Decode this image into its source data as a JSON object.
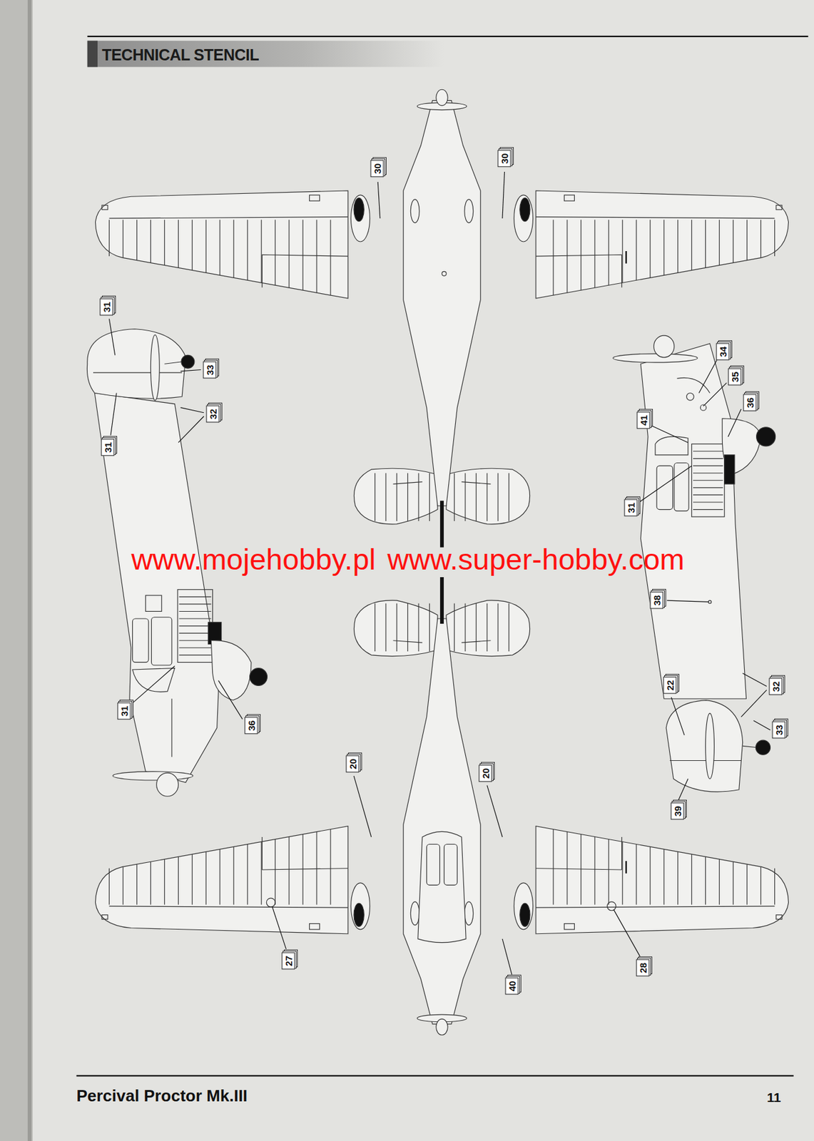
{
  "diagram": {
    "title": "TECHNICAL STENCIL",
    "labels": [
      "30",
      "30",
      "31",
      "34",
      "33",
      "35",
      "36",
      "32",
      "41",
      "31",
      "31",
      "www.mojehobby.pl",
      "www.super-hobby.com",
      "38",
      "22",
      "32",
      "31",
      "36",
      "33",
      "20",
      "20",
      "39",
      "27",
      "28",
      "40",
      "Percival Proctor Mk.III",
      "11"
    ]
  }
}
